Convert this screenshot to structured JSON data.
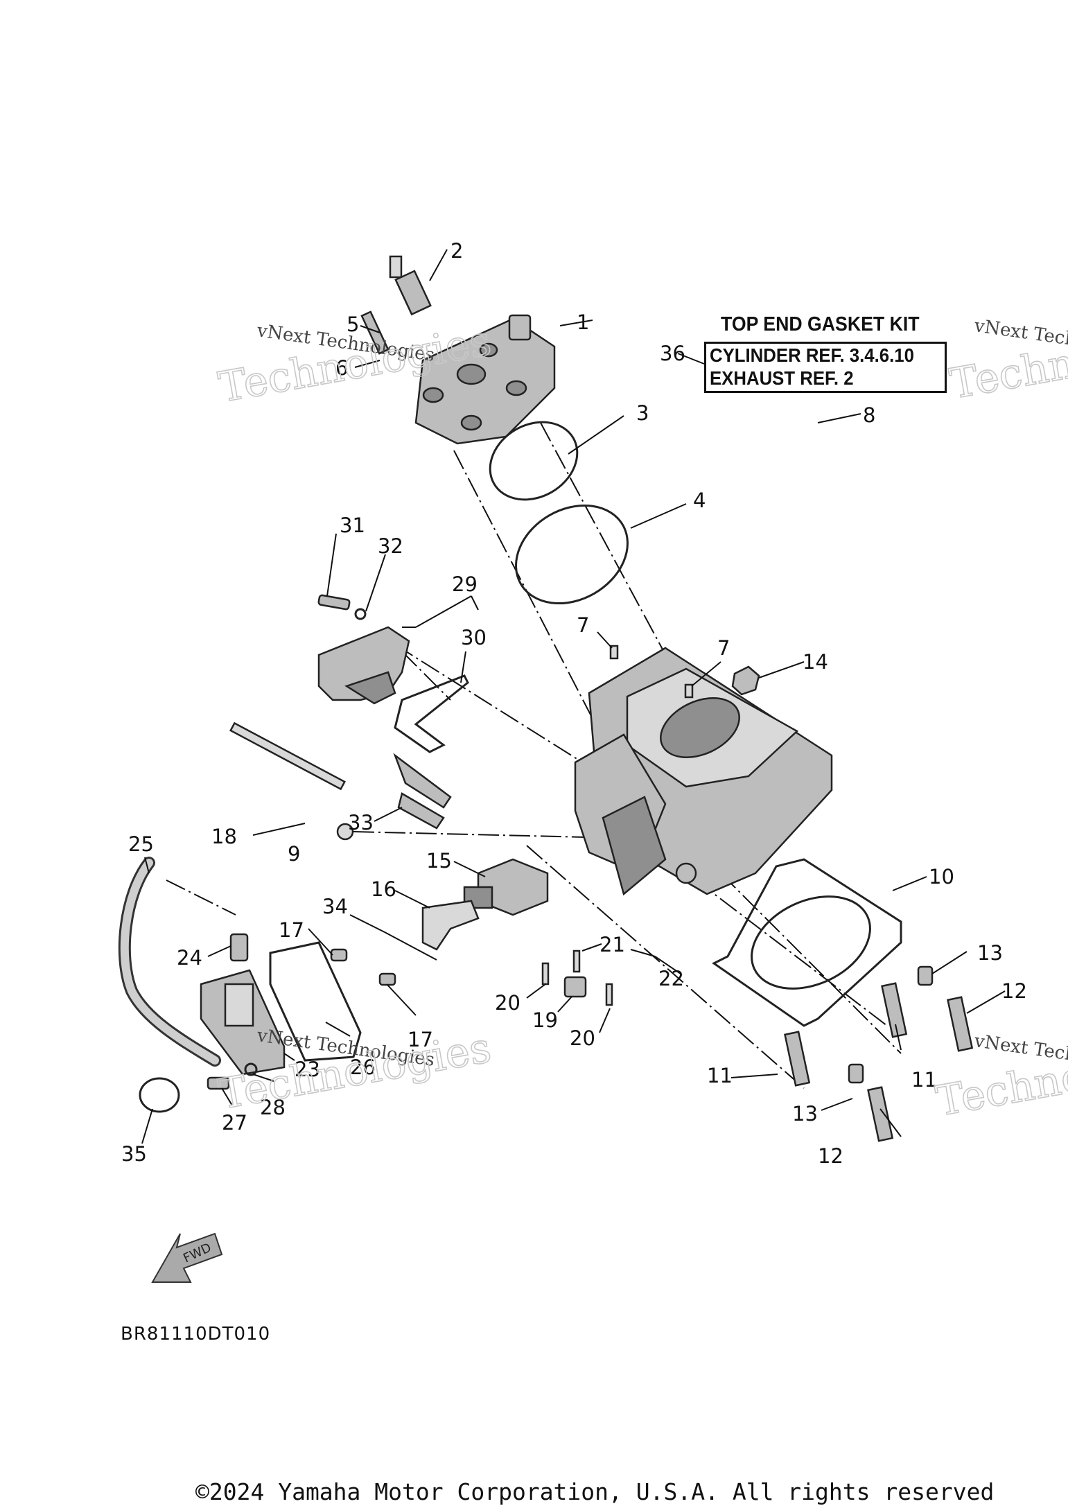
{
  "callouts": [
    "1",
    "2",
    "3",
    "4",
    "5",
    "6",
    "7",
    "7",
    "8",
    "9",
    "10",
    "11",
    "11",
    "12",
    "12",
    "13",
    "13",
    "14",
    "15",
    "16",
    "17",
    "17",
    "18",
    "19",
    "20",
    "20",
    "21",
    "22",
    "23",
    "24",
    "25",
    "26",
    "27",
    "28",
    "29",
    "30",
    "31",
    "32",
    "33",
    "34",
    "35",
    "36"
  ],
  "kit": {
    "title": "TOP END GASKET KIT",
    "line1": "CYLINDER REF. 3.4.6.10",
    "line2": "EXHAUST REF. 2"
  },
  "direction_label": "FWD",
  "diagram_code": "BR81110DT010",
  "copyright": "©2024 Yamaha Motor Corporation, U.S.A. All rights reserved",
  "watermark": {
    "line1": "vNext Technologies",
    "line2": "Technologies"
  }
}
